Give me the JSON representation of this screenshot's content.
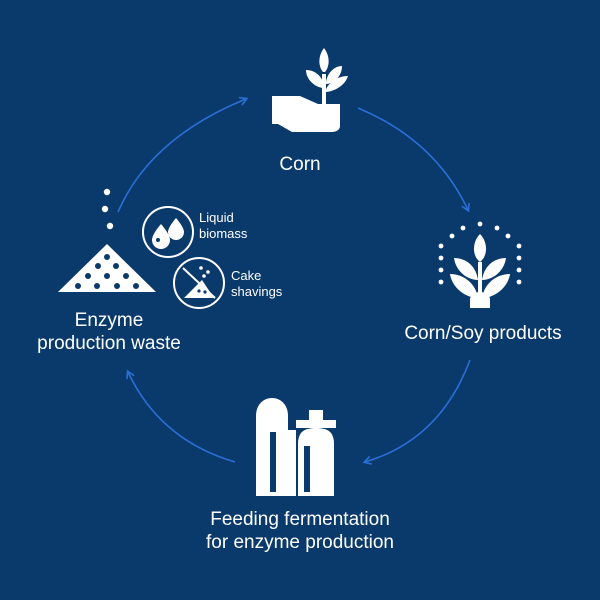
{
  "nodes": {
    "corn": {
      "label": "Corn",
      "icon": "hand-sprout-icon"
    },
    "products": {
      "label": "Corn/Soy products",
      "icon": "wheat-plant-icon"
    },
    "fermentation": {
      "line1": "Feeding fermentation",
      "line2": "for enzyme production",
      "icon": "factory-silo-icon"
    },
    "waste": {
      "line1": "Enzyme",
      "line2": "production waste",
      "icon": "powder-pile-icon"
    }
  },
  "byproducts": [
    {
      "line1": "Liquid",
      "line2": "biomass",
      "icon": "droplets-icon"
    },
    {
      "line1": "Cake",
      "line2": "shavings",
      "icon": "cake-shavings-icon"
    }
  ],
  "colors": {
    "background": "#0a3a6b",
    "arrow": "#2b6fd6",
    "foreground": "#ffffff"
  }
}
